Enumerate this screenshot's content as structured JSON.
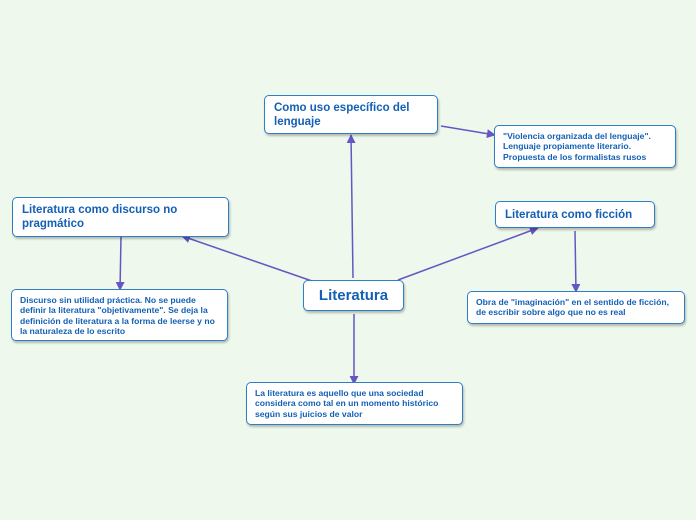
{
  "map": {
    "root": "Literatura",
    "topic_language": "Como uso específico del lenguaje",
    "note_language": "\"Violencia organizada del lenguaje\". Lenguaje propiamente literario. Propuesta de los formalistas rusos",
    "topic_discourse": "Literatura como discurso no pragmático",
    "note_discourse": "Discurso sin utilidad práctica. No se puede definir la literatura \"objetivamente\". Se deja la definición de literatura a la forma de leerse y no la naturaleza de lo escrito",
    "topic_fiction": "Literatura como ficción",
    "note_fiction": "Obra de \"imaginación\" en el sentido de ficción, de escribir sobre algo que no es real",
    "note_society": "La literatura es aquello que una sociedad considera como tal en un momento histórico según sus juicios de valor"
  },
  "colors": {
    "background": "#eef8ec",
    "connector": "#6655c4",
    "node_border": "#2f7fc7",
    "node_text": "#1360b5"
  }
}
